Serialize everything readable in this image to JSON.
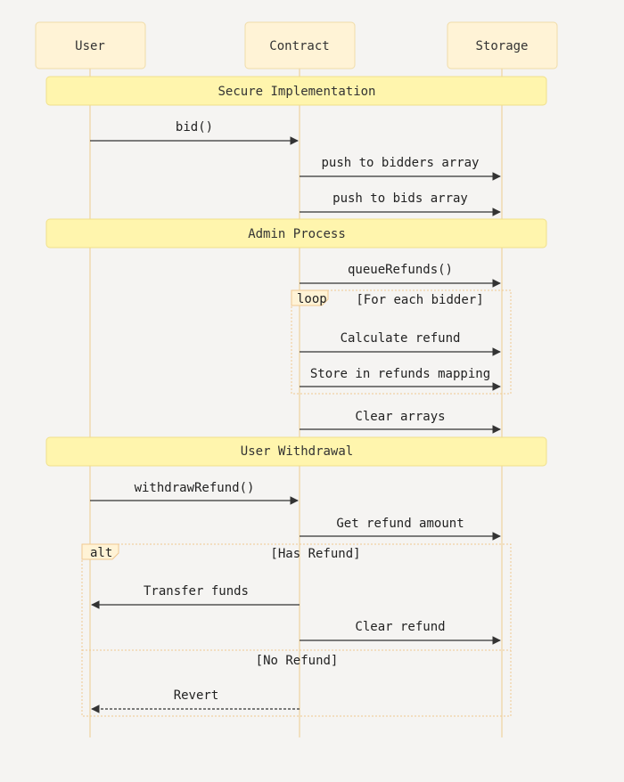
{
  "actors": [
    {
      "id": "user",
      "label": "User"
    },
    {
      "id": "contract",
      "label": "Contract"
    },
    {
      "id": "storage",
      "label": "Storage"
    }
  ],
  "notes": [
    {
      "label": "Secure Implementation"
    },
    {
      "label": "Admin Process"
    },
    {
      "label": "User Withdrawal"
    }
  ],
  "messages": [
    {
      "from": "user",
      "to": "contract",
      "label": "bid()",
      "style": "solid"
    },
    {
      "from": "contract",
      "to": "storage",
      "label": "push to bidders array",
      "style": "solid"
    },
    {
      "from": "contract",
      "to": "storage",
      "label": "push to bids array",
      "style": "solid"
    },
    {
      "from": "contract",
      "to": "storage",
      "label": "queueRefunds()",
      "style": "solid"
    },
    {
      "from": "contract",
      "to": "storage",
      "label": "Calculate refund",
      "style": "solid"
    },
    {
      "from": "contract",
      "to": "storage",
      "label": "Store in refunds mapping",
      "style": "solid"
    },
    {
      "from": "contract",
      "to": "storage",
      "label": "Clear arrays",
      "style": "solid"
    },
    {
      "from": "user",
      "to": "contract",
      "label": "withdrawRefund()",
      "style": "solid"
    },
    {
      "from": "contract",
      "to": "storage",
      "label": "Get refund amount",
      "style": "solid"
    },
    {
      "from": "contract",
      "to": "user",
      "label": "Transfer funds",
      "style": "solid"
    },
    {
      "from": "contract",
      "to": "storage",
      "label": "Clear refund",
      "style": "solid"
    },
    {
      "from": "contract",
      "to": "user",
      "label": "Revert",
      "style": "dashed"
    }
  ],
  "frames": [
    {
      "kind": "loop",
      "condition": "[For each bidder]"
    },
    {
      "kind": "alt",
      "condition": "[Has Refund]",
      "else_condition": "[No Refund]"
    }
  ]
}
